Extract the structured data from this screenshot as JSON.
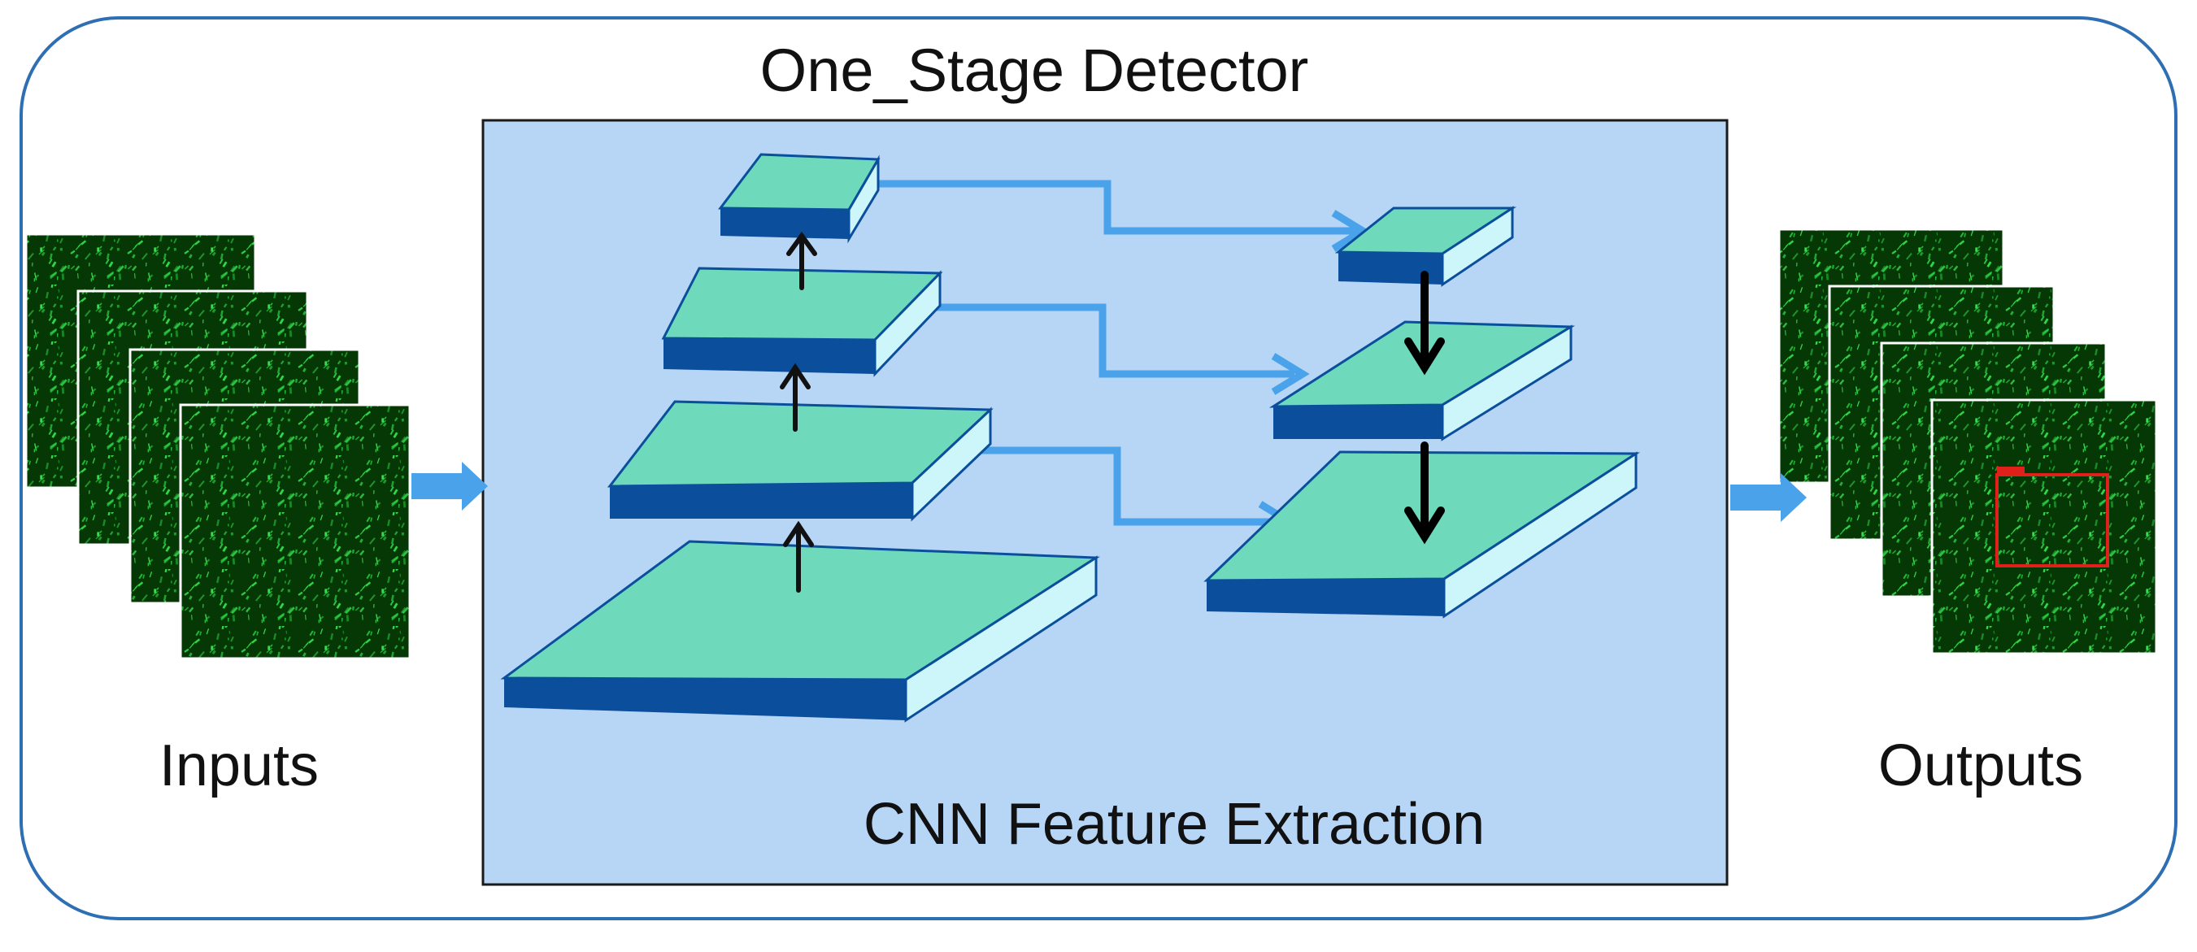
{
  "title": "One_Stage Detector",
  "panel_label": "CNN Feature Extraction",
  "inputs_label": "Inputs",
  "outputs_label": "Outputs",
  "colors": {
    "frame": "#2e6fb3",
    "panel_fill": "#b7d5f5",
    "layer_top": "#6fd9bb",
    "layer_front": "#0b4f9c",
    "layer_side": "#cdf6fb",
    "connector": "#4aa3ea",
    "arrow_up": "#111111",
    "arrow_down": "#000000",
    "image_bg": "#063806",
    "image_signal": "#2fe04a",
    "detection_box": "#e0201a"
  },
  "counts": {
    "input_images": 4,
    "output_images": 4,
    "backbone_layers": 4,
    "pyramid_layers": 3
  },
  "icons": {
    "input_arrow": "right-arrow-icon",
    "output_arrow": "right-arrow-icon"
  }
}
